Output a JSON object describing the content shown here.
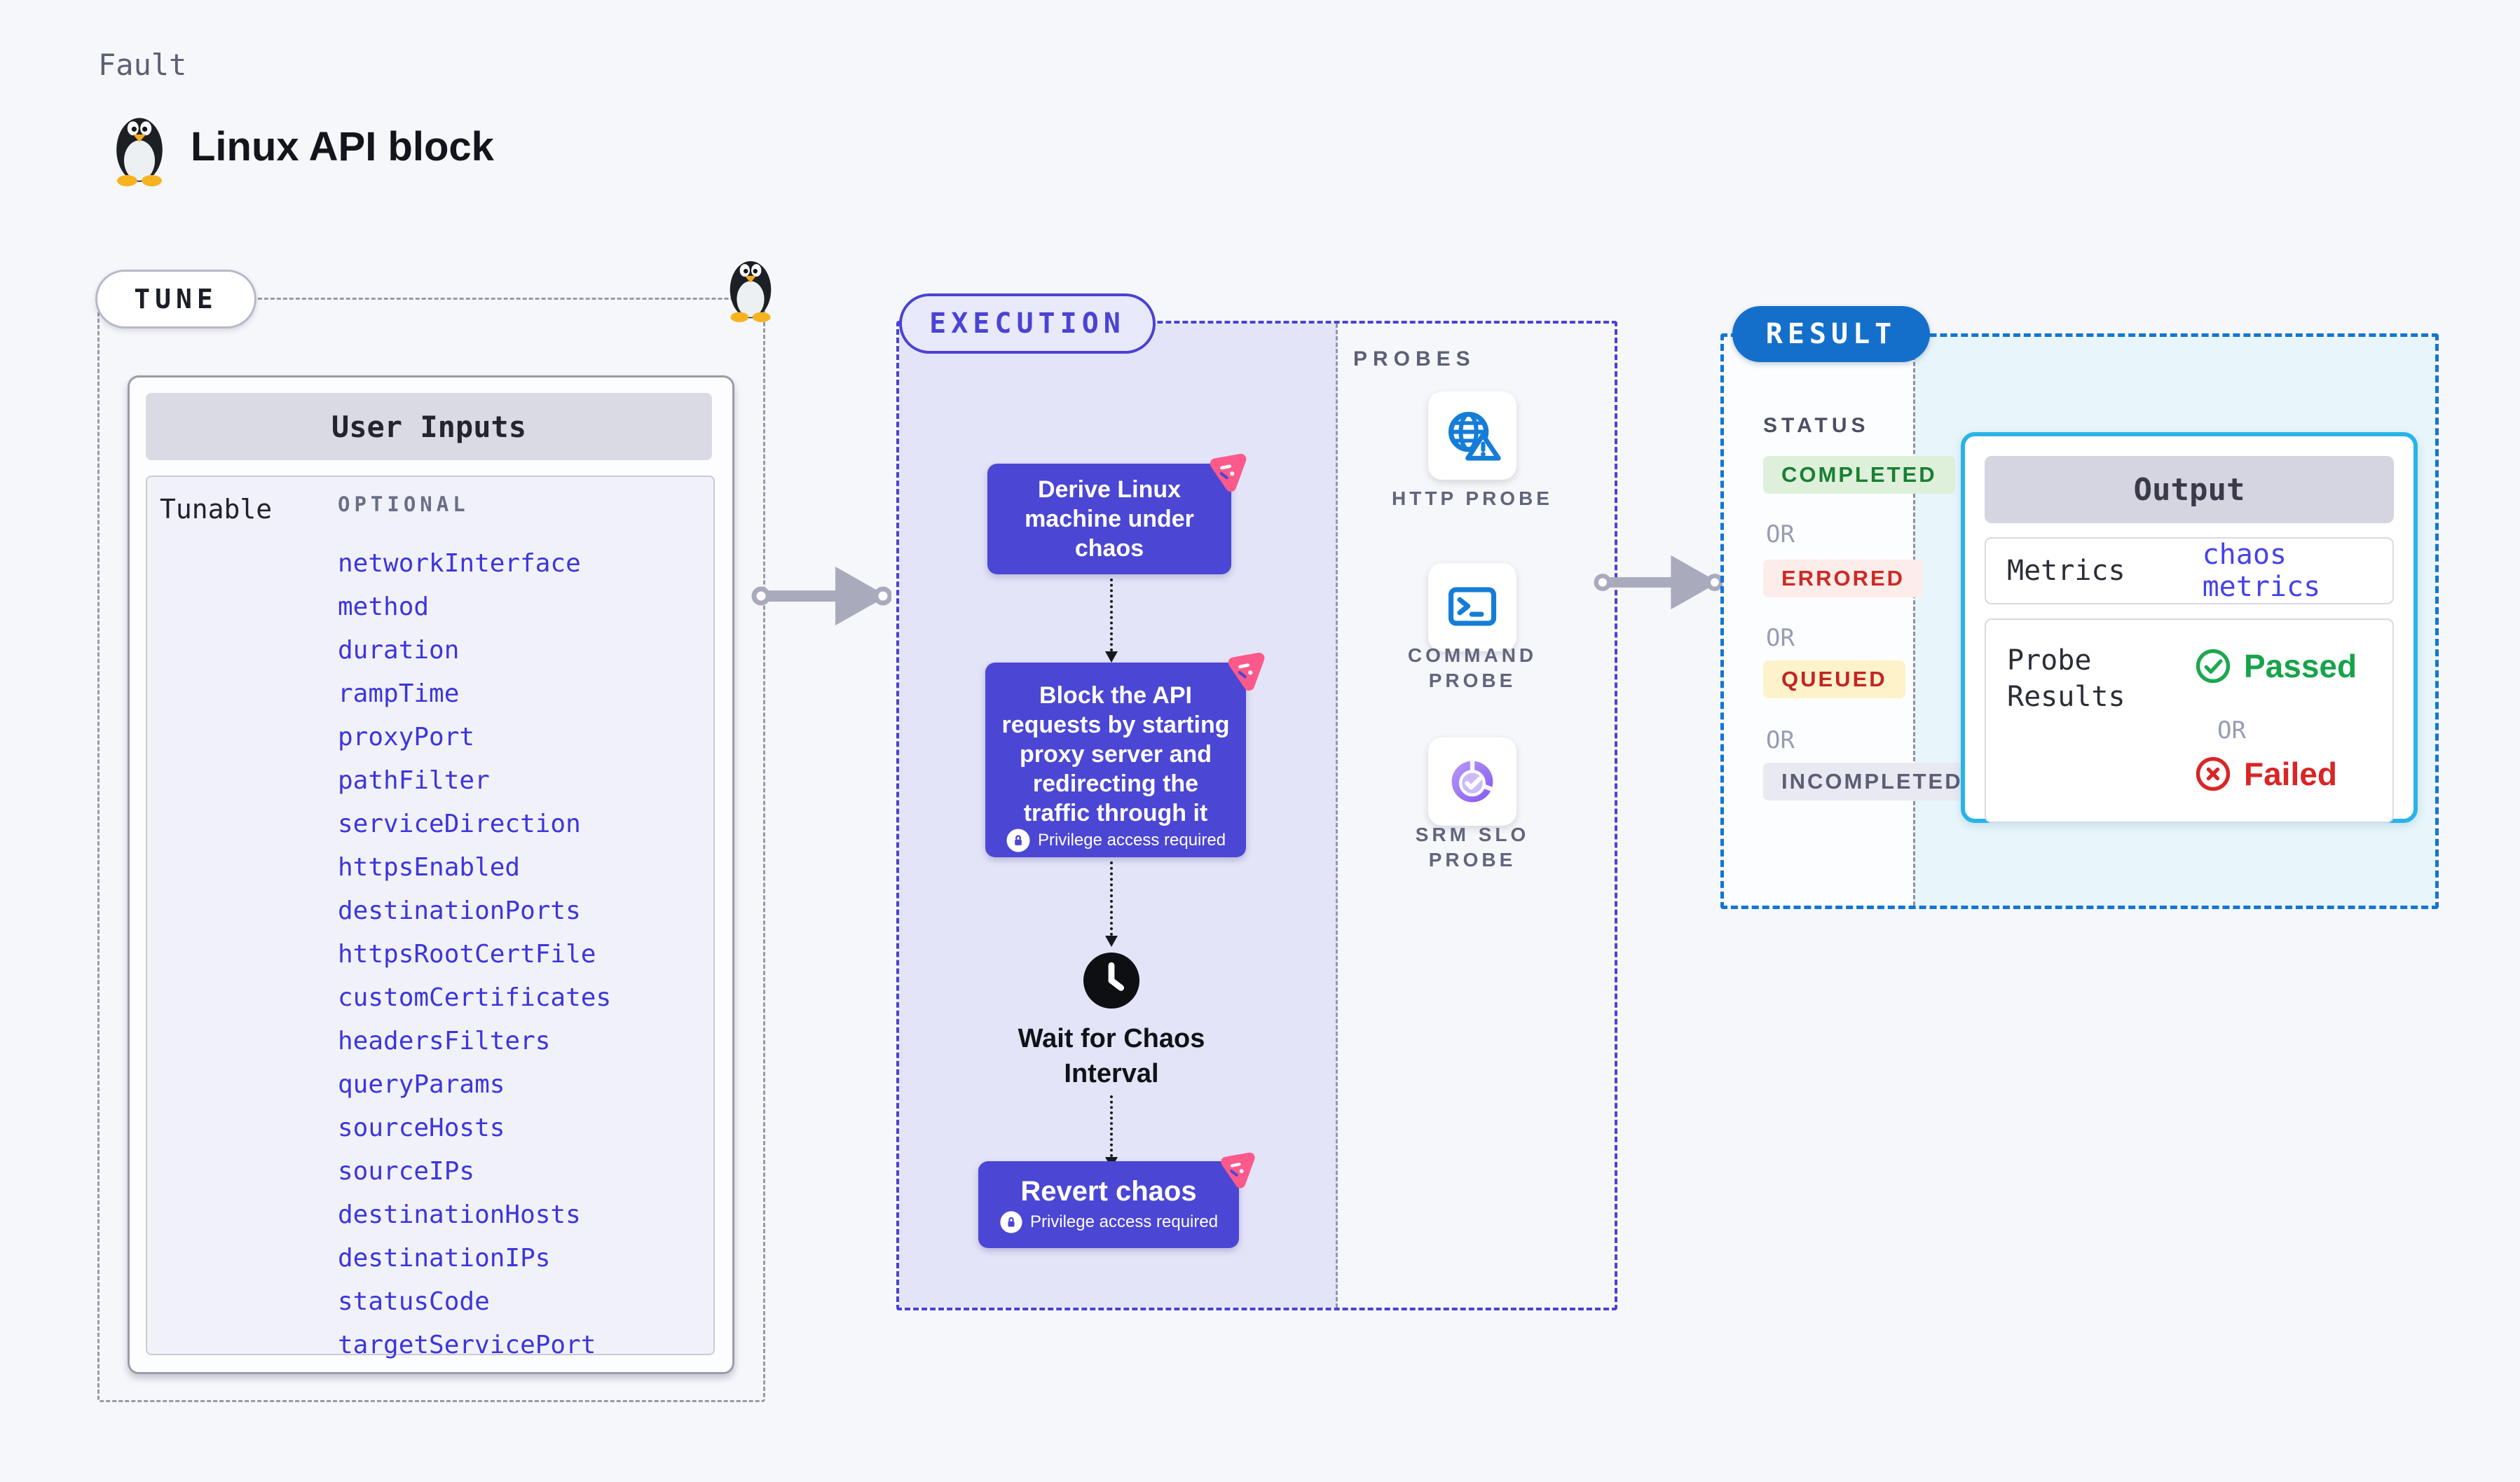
{
  "header": {
    "eyebrow": "Fault",
    "title": "Linux API block"
  },
  "tune": {
    "pill_label": "TUNE",
    "table_title": "User Inputs",
    "row_label": "Tunable",
    "column_label": "OPTIONAL",
    "params": [
      "networkInterface",
      "method",
      "duration",
      "rampTime",
      "proxyPort",
      "pathFilter",
      "serviceDirection",
      "httpsEnabled",
      "destinationPorts",
      "httpsRootCertFile",
      "customCertificates",
      "headersFilters",
      "queryParams",
      "sourceHosts",
      "sourceIPs",
      "destinationHosts",
      "destinationIPs",
      "statusCode",
      "targetServicePort"
    ]
  },
  "execution": {
    "pill_label": "EXECUTION",
    "step_derive": "Derive Linux machine under chaos",
    "step_block": "Block the API requests by starting proxy server and redirecting the traffic through it",
    "step_revert": "Revert chaos",
    "privilege_label": "Privilege access required",
    "wait_line1": "Wait for Chaos",
    "wait_line2": "Interval"
  },
  "probes": {
    "title": "PROBES",
    "items": [
      {
        "icon": "http-probe-icon",
        "line1": "HTTP PROBE",
        "line2": ""
      },
      {
        "icon": "command-probe-icon",
        "line1": "COMMAND",
        "line2": "PROBE"
      },
      {
        "icon": "srm-slo-probe-icon",
        "line1": "SRM SLO",
        "line2": "PROBE"
      }
    ]
  },
  "result": {
    "pill_label": "RESULT",
    "status_title": "STATUS",
    "or_label": "OR",
    "statuses": [
      {
        "label": "COMPLETED",
        "bg": "#def0da",
        "color": "#1a7f33"
      },
      {
        "label": "ERRORED",
        "bg": "#fcecea",
        "color": "#cd2a25"
      },
      {
        "label": "QUEUED",
        "bg": "#fdf2ca",
        "color": "#c32424"
      },
      {
        "label": "INCOMPLETED",
        "bg": "#e9e9f1",
        "color": "#5b5e75"
      }
    ],
    "output": {
      "title": "Output",
      "metrics_label": "Metrics",
      "metrics_value": "chaos metrics",
      "probe_results_line1": "Probe",
      "probe_results_line2": "Results",
      "passed_label": "Passed",
      "failed_label": "Failed",
      "or_label": "OR"
    }
  },
  "colors": {
    "page_bg": "#f6f7fb",
    "indigo_accent": "#4b46d3",
    "link_indigo": "#3d35dc",
    "execution_bg": "#e4e4f8",
    "chaos_pink": "#fb5a8b",
    "probe_blue": "#157dd8",
    "result_blue": "#146fcb",
    "output_border_cyan": "#29b4e8",
    "output_bg_cyan": "#e8f5fb",
    "passed_green": "#17a34a",
    "failed_red": "#d92525",
    "arrow_gray": "#a9abbd"
  }
}
